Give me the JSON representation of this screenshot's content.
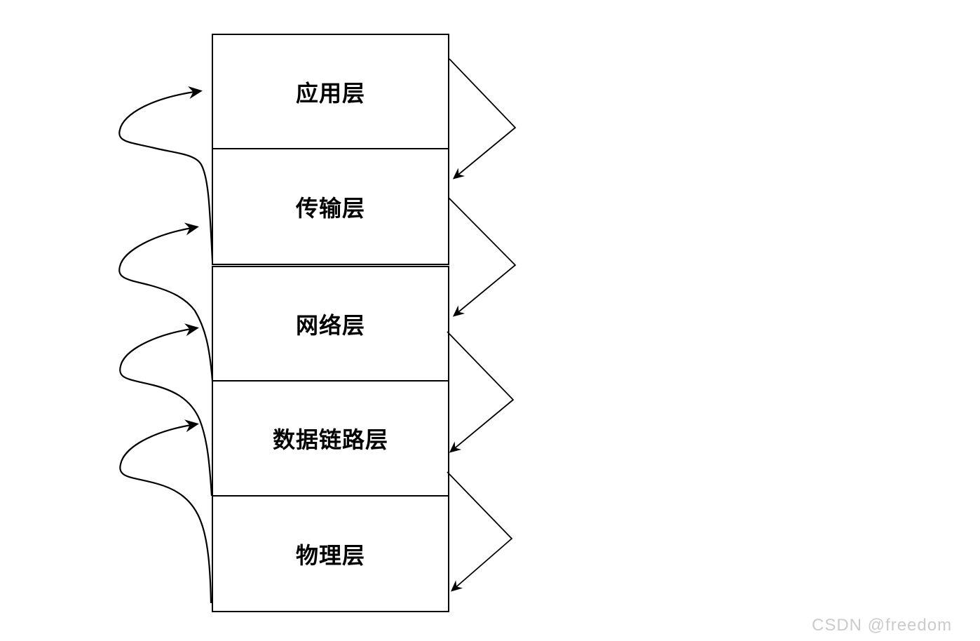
{
  "diagram": {
    "title_implicit": "",
    "layers": [
      {
        "label": "应用层"
      },
      {
        "label": "传输层"
      },
      {
        "label": "网络层"
      },
      {
        "label": "数据链路层"
      },
      {
        "label": "物理层"
      }
    ],
    "left_arrows_meaning": "upward-flow-curved-arrows",
    "right_arrows_meaning": "downward-flow-chevron-arrows",
    "colors": {
      "stroke": "#000000",
      "background": "#ffffff",
      "watermark": "#cbcbcb"
    }
  },
  "watermark": {
    "text": "CSDN @freedom"
  }
}
